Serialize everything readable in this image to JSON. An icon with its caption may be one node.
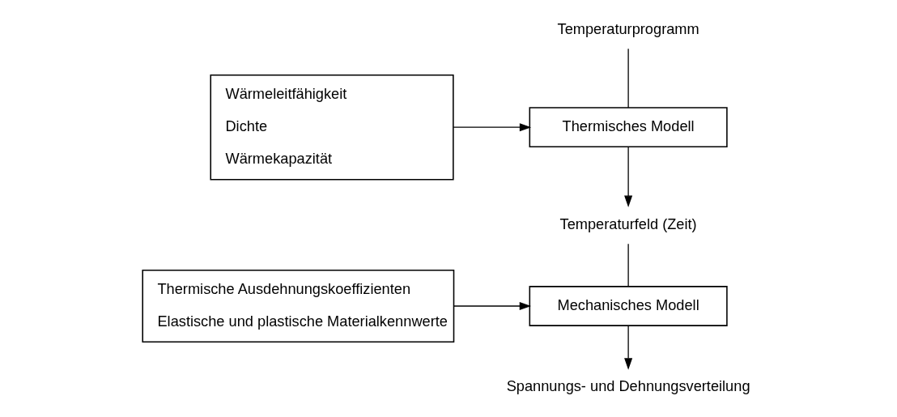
{
  "diagram": {
    "nodes": [
      {
        "text": [
          "Wärmeleitfähigkeit",
          "Dichte",
          "Wärmekapazität"
        ]
      },
      {
        "text": [
          "Thermische Ausdehnungskoeffizienten",
          "Elastische und plastische Materialkennwerte"
        ]
      },
      {
        "text": [
          "Temperaturprogramm"
        ]
      },
      {
        "text": [
          "Thermisches Modell"
        ]
      },
      {
        "text": [
          "Temperaturfeld (Zeit)"
        ]
      },
      {
        "text": [
          "Mechanisches Modell"
        ]
      },
      {
        "text": [
          "Spannungs- und Dehnungsverteilung"
        ]
      }
    ],
    "edges": [
      {
        "from": 0,
        "to": 3,
        "arrow": "to"
      },
      {
        "from": 1,
        "to": 5,
        "arrow": "to"
      },
      {
        "from": 2,
        "to": 3,
        "arrow": "none"
      },
      {
        "from": 3,
        "to": 4,
        "arrow": "to"
      },
      {
        "from": 4,
        "to": 5,
        "arrow": "none"
      },
      {
        "from": 5,
        "to": 6,
        "arrow": "to"
      }
    ]
  }
}
